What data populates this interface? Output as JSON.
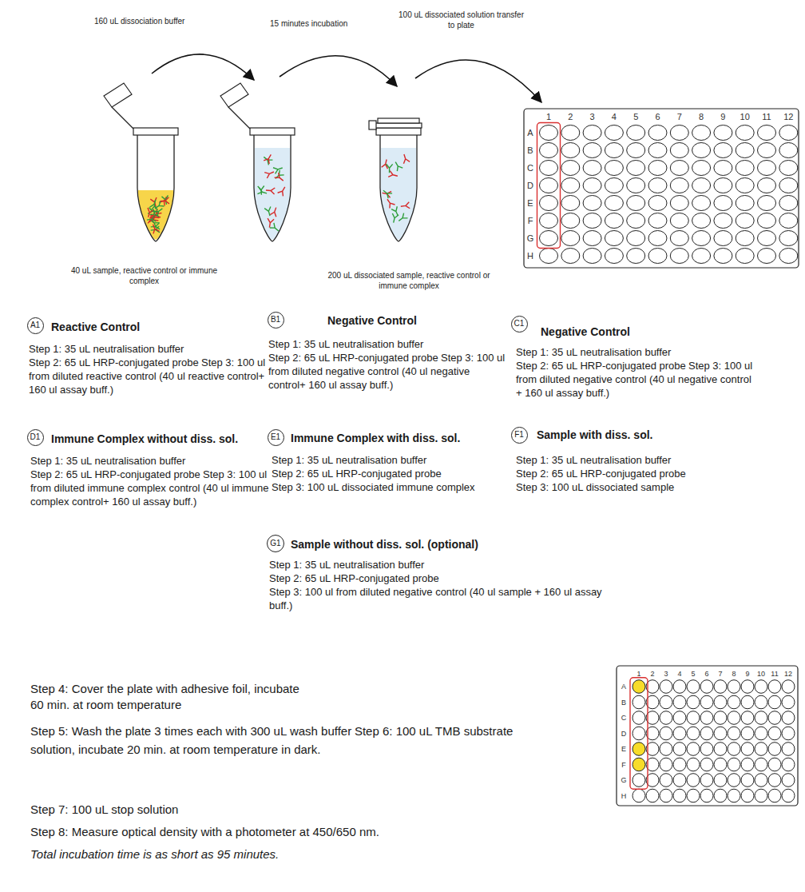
{
  "diagram": {
    "nodes": [
      {
        "text": [
          "A1"
        ]
      },
      {
        "text": [
          "B1"
        ]
      },
      {
        "text": [
          "C1"
        ]
      },
      {
        "text": [
          "D1"
        ]
      },
      {
        "text": [
          "E1"
        ]
      },
      {
        "text": [
          "F1"
        ]
      },
      {
        "text": [
          "G1"
        ]
      }
    ],
    "labels": [
      "160 uL dissociation buffer",
      "15 minutes incubation",
      "100 uL dissociated solution transfer to plate",
      "40 uL sample, reactive control or immune complex",
      "200 uL dissociated sample, reactive control or immune complex",
      "Reactive Control",
      "Step 1: 35 uL neutralisation buffer",
      "Step 2: 65 uL HRP-conjugated probe",
      "Step 3: 100 ul from diluted reactive control (40 ul reactive control+ 160 ul assay buff.)",
      "Negative Control",
      "Step 1: 35 uL neutralisation buffer",
      "Step 2: 65 uL HRP-conjugated probe",
      "Step 3: 100 ul from diluted negative control (40 ul negative control+ 160 ul assay buff.)",
      "Negative Control",
      "Step 1: 35 uL neutralisation buffer",
      "Step 2: 65 uL HRP-conjugated probe",
      "Step 3: 100 ul from diluted negative control (40 ul negative control + 160 ul assay buff.)",
      "Immune Complex without diss. sol.",
      "Step 1: 35 uL neutralisation buffer",
      "Step 2: 65 uL HRP-conjugated probe",
      "Step 3: 100 ul from diluted immune complex control (40 ul immune complex control+ 160 ul assay buff.)",
      "Immune Complex with diss. sol.",
      "Step 1: 35 uL neutralisation buffer",
      "Step 2: 65 uL HRP-conjugated probe",
      "Step 3: 100 uL dissociated immune complex",
      "Sample with diss. sol.",
      "Step 1: 35 uL neutralisation buffer",
      "Step 2: 65 uL HRP-conjugated probe",
      "Step 3: 100 uL dissociated sample",
      "Sample without diss. sol. (optional)",
      "Step 1: 35 uL neutralisation buffer",
      "Step 2: 65 uL HRP-conjugated probe",
      "Step 3: 100 ul from diluted negative control (40 ul sample + 160 ul assay buff.)",
      "1",
      "2",
      "3",
      "4",
      "5",
      "6",
      "7",
      "8",
      "9",
      "10",
      "11",
      "12",
      "A",
      "B",
      "C",
      "D",
      "E",
      "F",
      "G",
      "H",
      "Step 4: Cover the plate with adhesive foil, incubate 60 min. at room temperature",
      "Step 5: Wash the plate 3 times each with 300 uL wash buffer",
      "Step 6: 100 uL TMB substrate solution, incubate 20 min. at room temperature in dark.",
      "Step 7: 100 uL stop solution",
      "Step 8: Measure optical density with a photometer at 450/650 nm.",
      "Total incubation time is as short as 95 minutes.",
      "1",
      "2",
      "3",
      "4",
      "5",
      "6",
      "7",
      "8",
      "9",
      "10",
      "11",
      "12",
      "A",
      "B",
      "C",
      "D",
      "E",
      "F",
      "G",
      "H"
    ]
  }
}
